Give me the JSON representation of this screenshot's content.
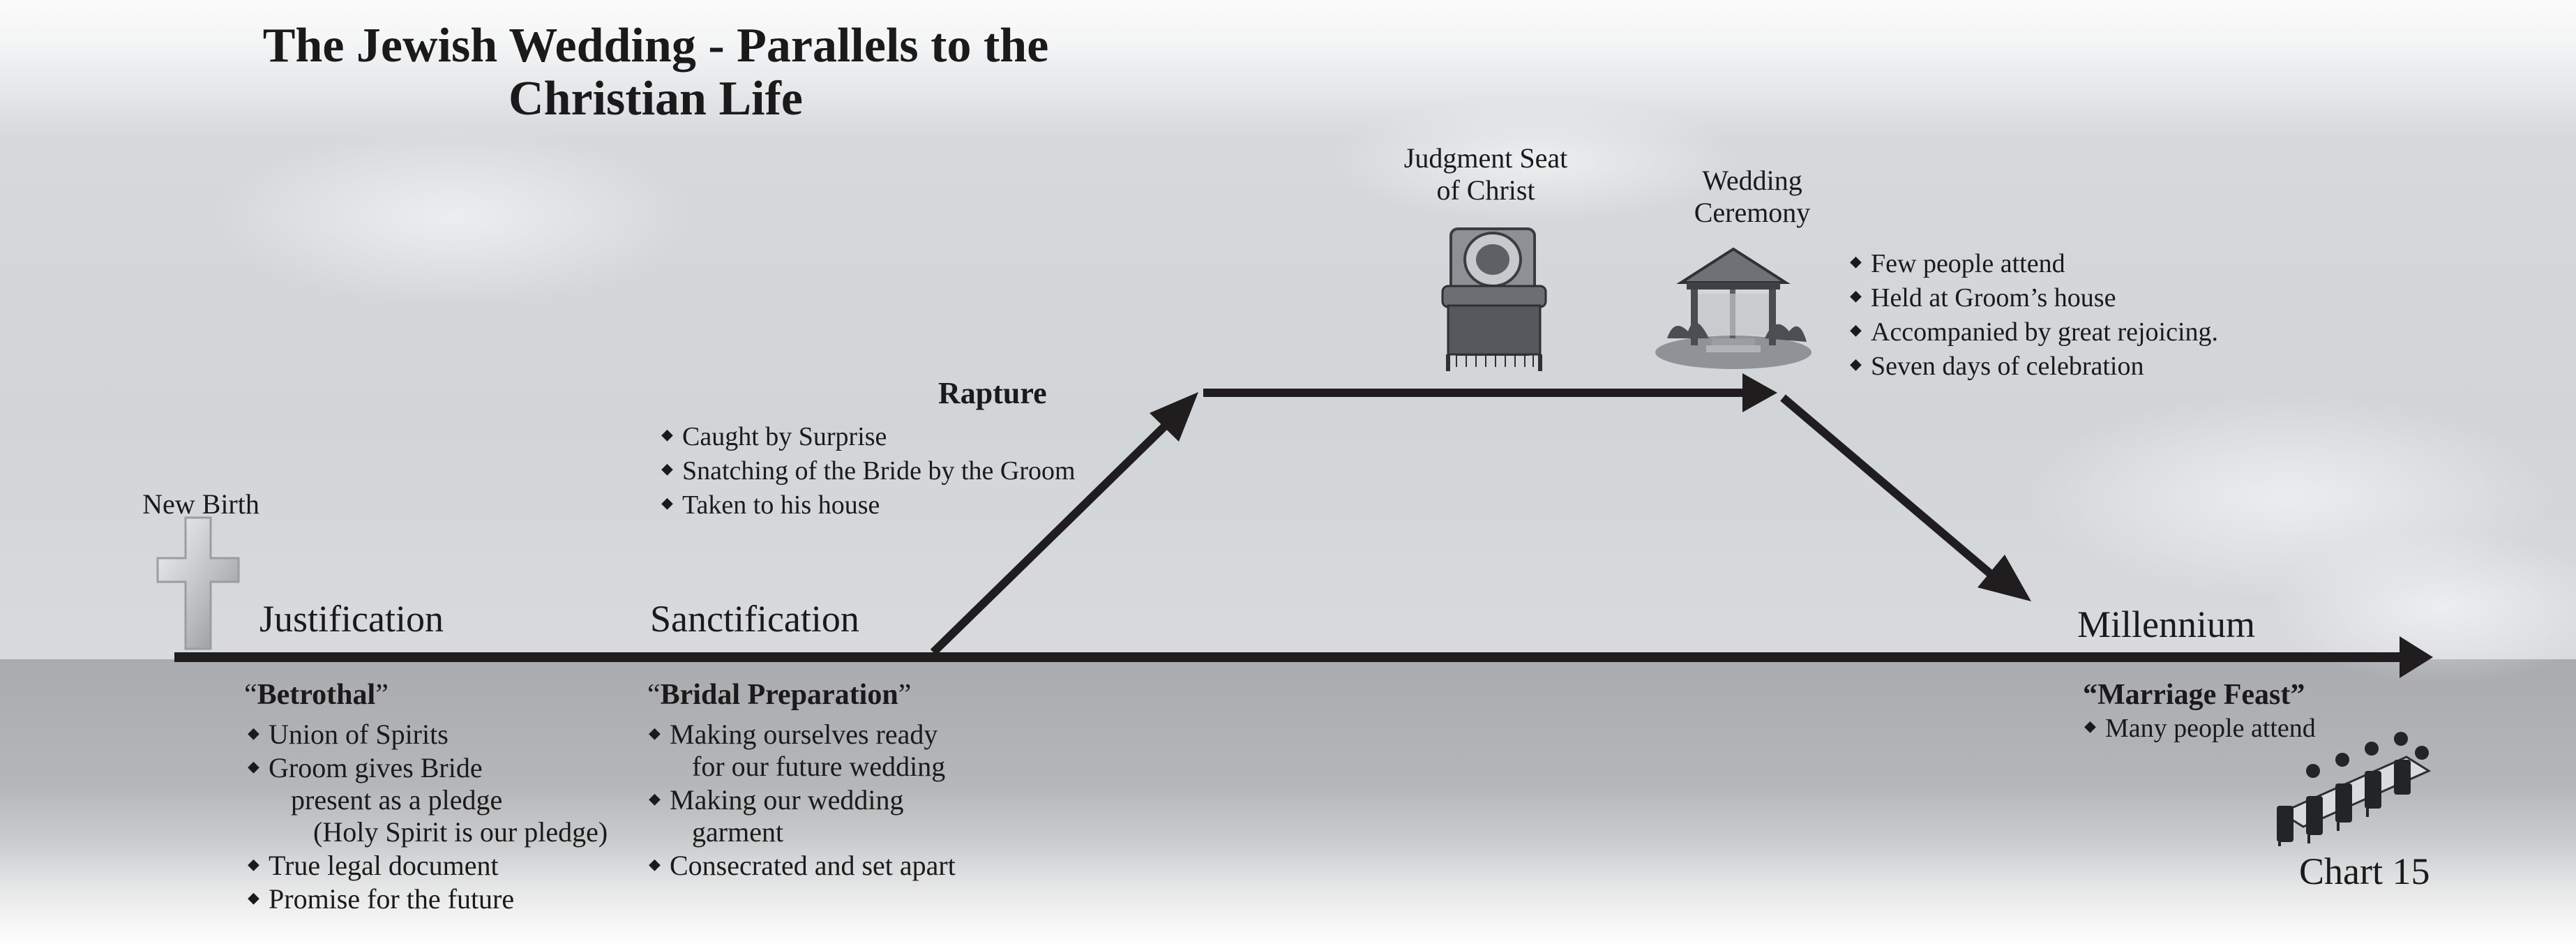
{
  "title": {
    "line1": "The Jewish Wedding - Parallels to the",
    "line2": "Christian Life"
  },
  "new_birth": {
    "label": "New Birth",
    "icon": "cross-icon"
  },
  "stages": {
    "justification": "Justification",
    "sanctification": "Sanctification",
    "millennium": "Millennium"
  },
  "betrothal": {
    "heading_open": "“",
    "heading": "Betrothal",
    "heading_close": "”",
    "items": [
      {
        "text": "Union of Spirits",
        "bullet": true
      },
      {
        "text": "Groom gives Bride",
        "bullet": true
      },
      {
        "text": "present as a pledge",
        "bullet": false,
        "indent": 1
      },
      {
        "text": "(Holy Spirit is our pledge)",
        "bullet": false,
        "indent": 2
      },
      {
        "text": "True legal document",
        "bullet": true
      },
      {
        "text": "Promise for the future",
        "bullet": true
      }
    ]
  },
  "bridal_preparation": {
    "heading_open": "“",
    "heading": "Bridal Preparation",
    "heading_close": "”",
    "items": [
      {
        "text": "Making ourselves ready",
        "bullet": true
      },
      {
        "text": "for our future wedding",
        "bullet": false,
        "indent": 1
      },
      {
        "text": "Making our wedding",
        "bullet": true
      },
      {
        "text": "garment",
        "bullet": false,
        "indent": 1
      },
      {
        "text": "Consecrated and set apart",
        "bullet": true
      }
    ]
  },
  "rapture": {
    "heading": "Rapture",
    "items": [
      {
        "text": "Caught by Surprise",
        "bullet": true
      },
      {
        "text": "Snatching of the Bride by the Groom",
        "bullet": true
      },
      {
        "text": "Taken to his house",
        "bullet": true
      }
    ]
  },
  "judgment_seat": {
    "line1": "Judgment Seat",
    "line2": "of Christ",
    "icon": "throne-icon"
  },
  "wedding_ceremony": {
    "line1": "Wedding",
    "line2": "Ceremony",
    "icon": "gazebo-icon",
    "items": [
      {
        "text": "Few people attend",
        "bullet": true
      },
      {
        "text": "Held at Groom’s house",
        "bullet": true
      },
      {
        "text": "Accompanied by great rejoicing.",
        "bullet": true
      },
      {
        "text": "Seven days of celebration",
        "bullet": true
      }
    ]
  },
  "marriage_feast": {
    "heading": "“Marriage Feast”",
    "items": [
      {
        "text": "Many people attend",
        "bullet": true
      }
    ],
    "icon": "banquet-table-icon"
  },
  "chart_label": "Chart 15",
  "bullet_glyph": "◆",
  "colors": {
    "line": "#1f1d1e",
    "ground": "#aeb0b2",
    "sky": "#d3d6d9"
  }
}
